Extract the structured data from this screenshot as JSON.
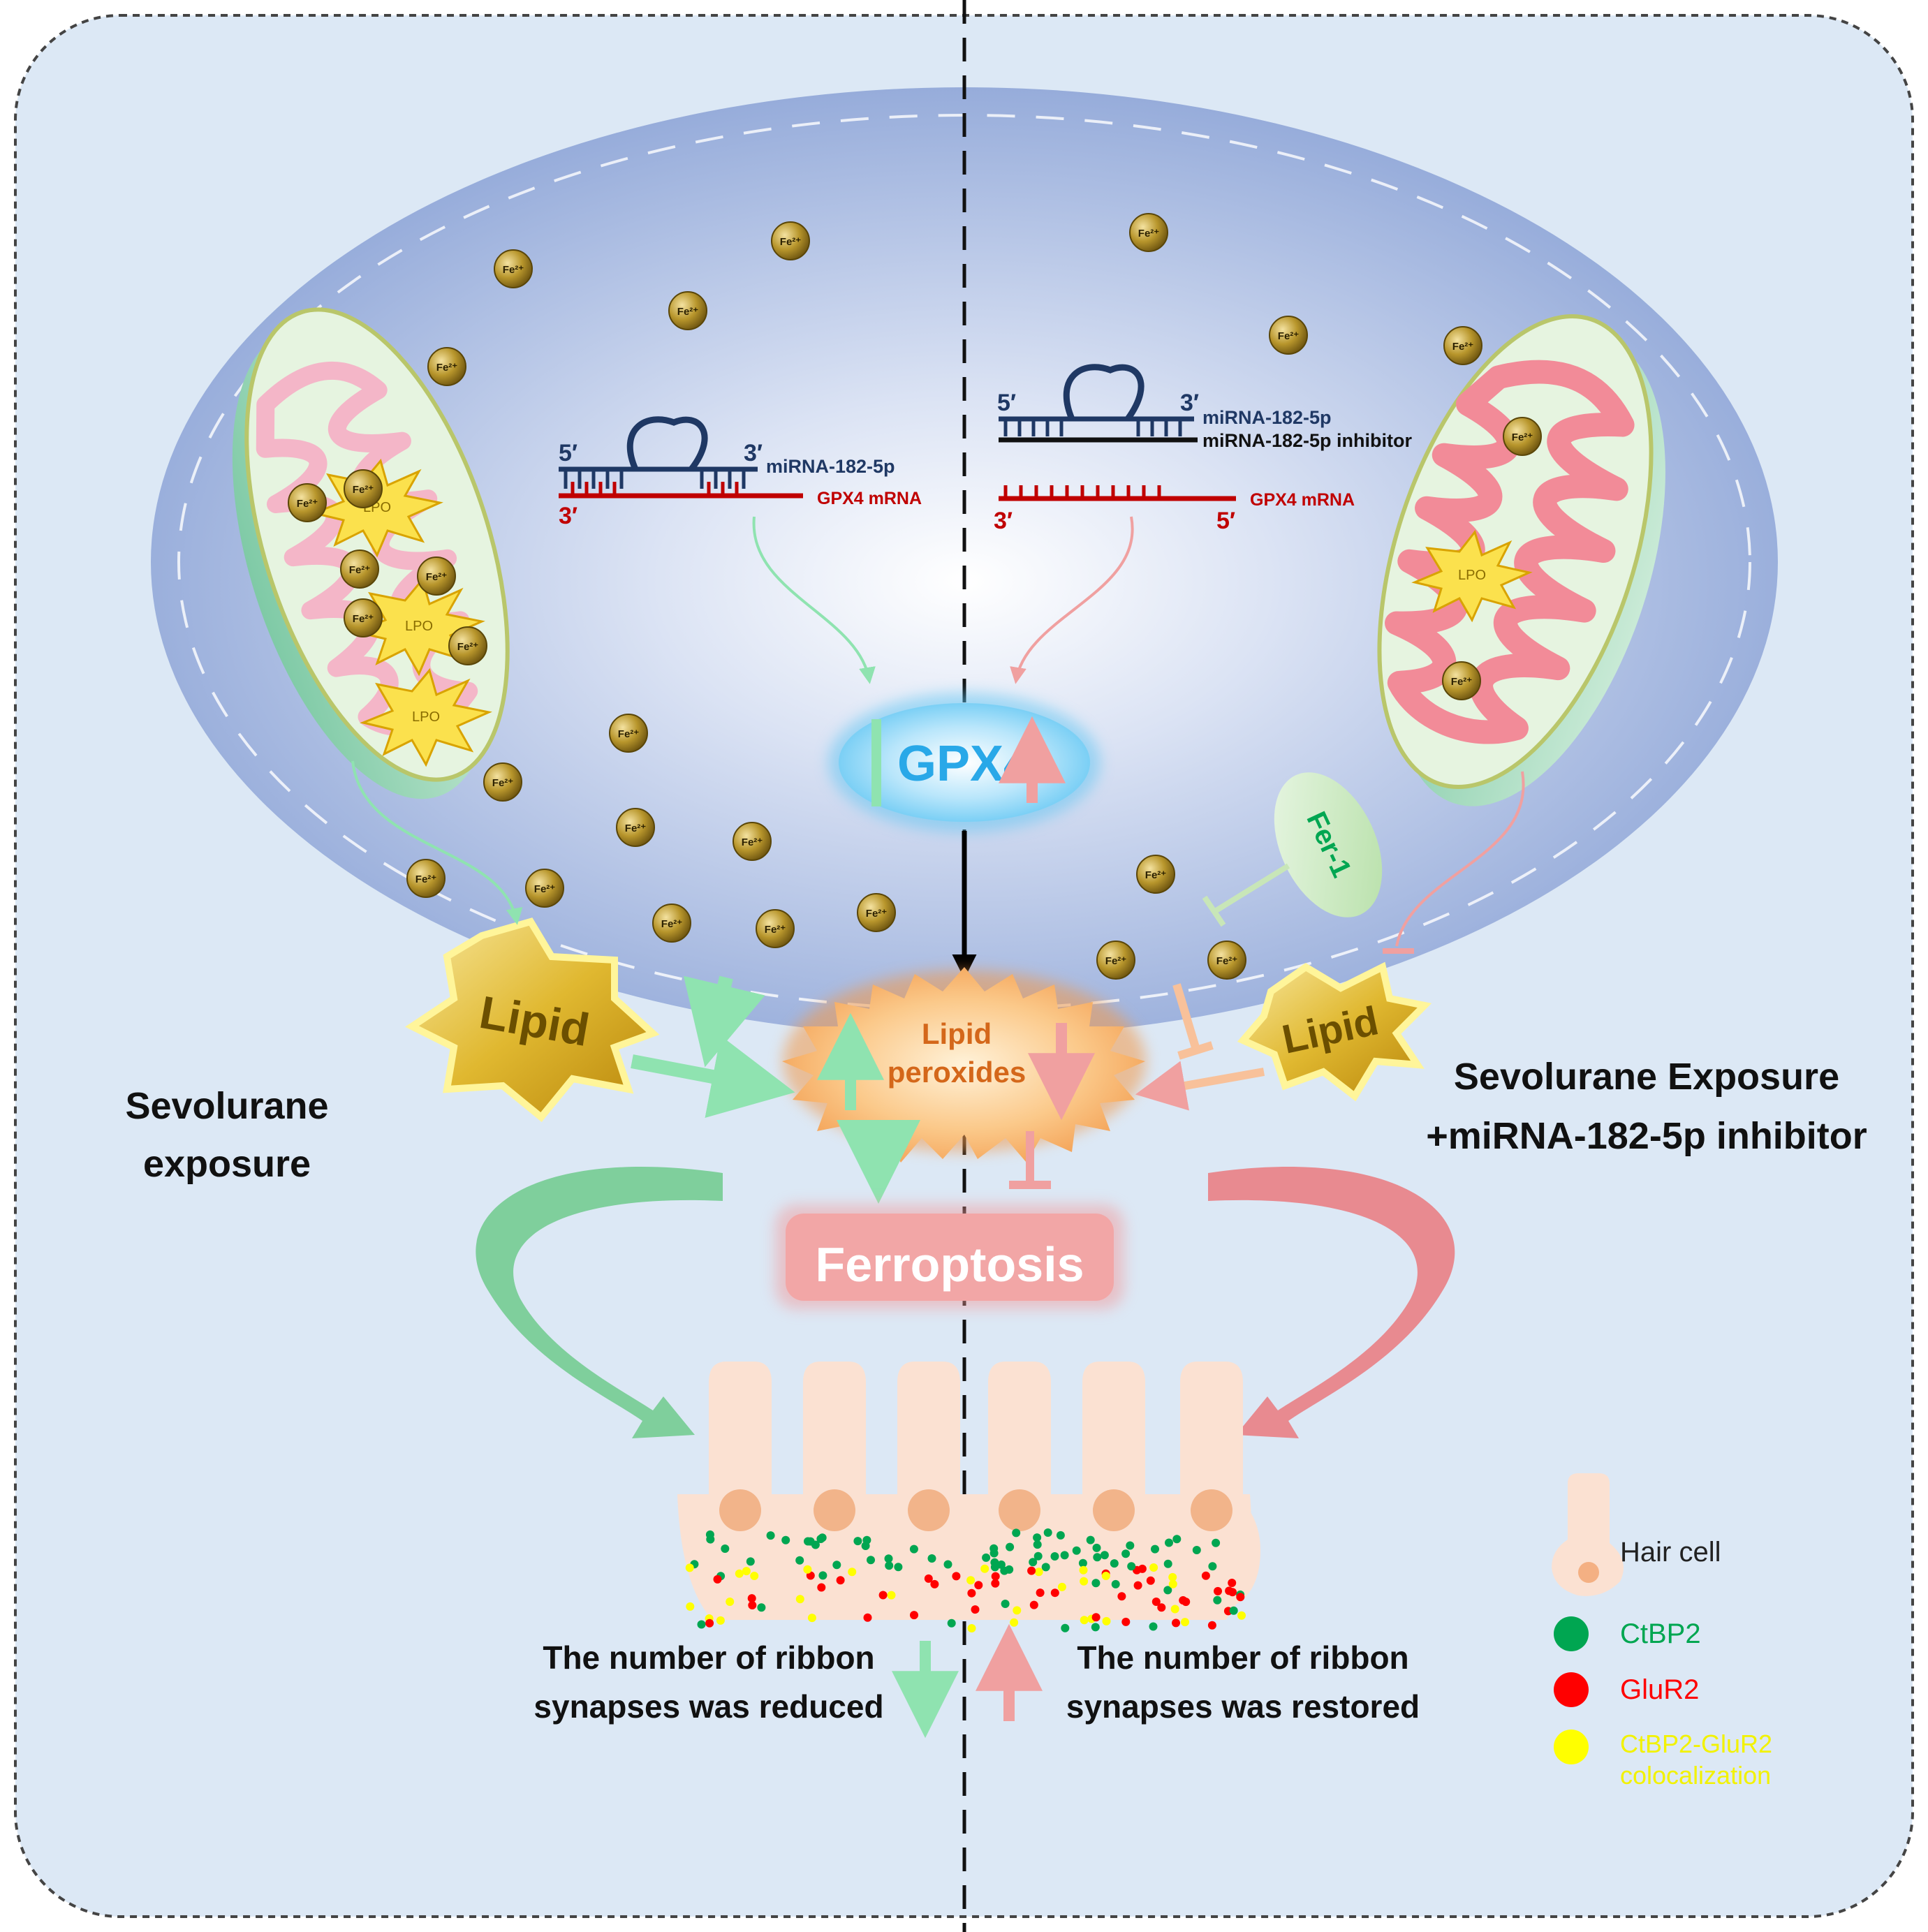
{
  "panels": {
    "left": {
      "title_line1": "Sevolurane",
      "title_line2": "exposure",
      "mirna": {
        "five_prime": "5′",
        "three_prime": "3′",
        "label": "miRNA-182-5p"
      },
      "mrna": {
        "three_prime": "3′",
        "label": "GPX4 mRNA"
      },
      "lipid": "Lipid",
      "outcome_line1": "The number of ribbon",
      "outcome_line2": "synapses was reduced"
    },
    "right": {
      "title_line1": "Sevolurane Exposure",
      "title_line2": "+miRNA-182-5p inhibitor",
      "mirna": {
        "five_prime": "5′",
        "three_prime": "3′",
        "label": "miRNA-182-5p",
        "inhibitor_label": "miRNA-182-5p  inhibitor"
      },
      "mrna": {
        "three_prime": "3′",
        "five_prime": "5′",
        "label": "GPX4 mRNA"
      },
      "lipid": "Lipid",
      "fer1": "Fer-1",
      "outcome_line1": "The number of ribbon",
      "outcome_line2": "synapses was restored"
    }
  },
  "center": {
    "gpx4": "GPX4",
    "lipid_peroxides_line1": "Lipid",
    "lipid_peroxides_line2": "peroxides",
    "ferroptosis": "Ferroptosis"
  },
  "iron_label": "Fe²⁺",
  "lpo_label": "LPO",
  "legend": {
    "hair_cell": "Hair cell",
    "ctbp2": "CtBP2",
    "glur2": "GluR2",
    "coloc_line1": "CtBP2-GluR2",
    "coloc_line2": "colocalization"
  },
  "colors": {
    "background": "#dce8f5",
    "cell": "#9fb4dc",
    "green_arrow": "#8fe3b0",
    "pink_arrow": "#f0a0a0",
    "ctbp2": "#00a651",
    "glur2": "#ff0000",
    "coloc": "#ffff00",
    "mirna_blue": "#1f3864",
    "mrna_red": "#c00000"
  }
}
